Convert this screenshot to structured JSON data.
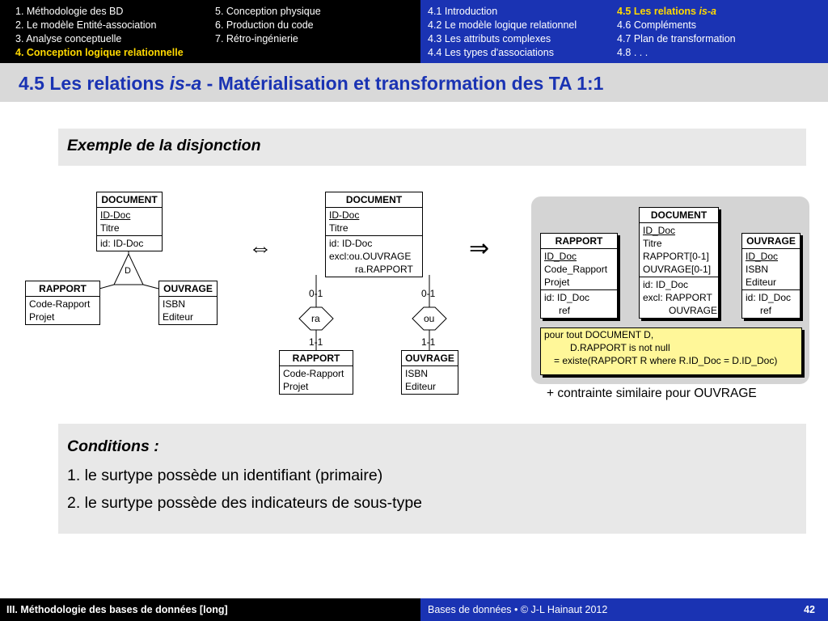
{
  "nav": {
    "left_col1": [
      "1. Méthodologie des BD",
      "2. Le modèle Entité-association",
      "3. Analyse conceptuelle",
      "4. Conception logique relationnelle"
    ],
    "left_col2": [
      "5. Conception physique",
      "6. Production du code",
      "7. Rétro-ingénierie"
    ],
    "right_col1": [
      "4.1 Introduction",
      "4.2 Le modèle logique relationnel",
      "4.3 Les attributs complexes",
      "4.4 Les types d'associations"
    ],
    "right_col2": [
      "4.5 Les relations is-a",
      "4.6 Compléments",
      "4.7 Plan de transformation",
      "4.8 . . ."
    ],
    "active_section": "4. Conception logique relationnelle",
    "active_subsection": "4.5 Les relations is-a"
  },
  "title": {
    "part1": "4.5 Les relations ",
    "italic": "is-a",
    "part2": " - Matérialisation et transformation des TA 1:1"
  },
  "example": {
    "heading": "Exemple de la disjonction"
  },
  "diagram1": {
    "document": {
      "name": "DOCUMENT",
      "attrs": [
        "ID-Doc",
        "Titre"
      ],
      "ids": [
        "id: ID-Doc"
      ]
    },
    "constraint": "D",
    "rapport": {
      "name": "RAPPORT",
      "attrs": [
        "Code-Rapport",
        "Projet"
      ]
    },
    "ouvrage": {
      "name": "OUVRAGE",
      "attrs": [
        "ISBN",
        "Editeur"
      ]
    }
  },
  "equiv_symbol": "⇔",
  "diagram2": {
    "document": {
      "name": "DOCUMENT",
      "attrs": [
        "ID-Doc",
        "Titre"
      ],
      "ids": [
        "id: ID-Doc",
        "excl:ou.OUVRAGE",
        "ra.RAPPORT"
      ]
    },
    "rel_ra": "ra",
    "rel_ou": "ou",
    "card_top_left": "0-1",
    "card_top_right": "0-1",
    "card_bot_left": "1-1",
    "card_bot_right": "1-1",
    "rapport": {
      "name": "RAPPORT",
      "attrs": [
        "Code-Rapport",
        "Projet"
      ]
    },
    "ouvrage": {
      "name": "OUVRAGE",
      "attrs": [
        "ISBN",
        "Editeur"
      ]
    }
  },
  "implies_symbol": "⇒",
  "diagram3": {
    "document": {
      "name": "DOCUMENT",
      "attrs": [
        "ID_Doc",
        "Titre",
        "RAPPORT[0-1]",
        "OUVRAGE[0-1]"
      ],
      "ids": [
        "id: ID_Doc",
        "excl: RAPPORT",
        "OUVRAGE"
      ]
    },
    "rapport": {
      "name": "RAPPORT",
      "attrs": [
        "ID_Doc",
        "Code_Rapport",
        "Projet"
      ],
      "ids": [
        "id: ID_Doc",
        "ref"
      ]
    },
    "ouvrage": {
      "name": "OUVRAGE",
      "attrs": [
        "ID_Doc",
        "ISBN",
        "Editeur"
      ],
      "ids": [
        "id: ID_Doc",
        "ref"
      ]
    },
    "note": [
      "pour tout DOCUMENT D,",
      "D.RAPPORT is not null",
      "=   existe(RAPPORT R where R.ID_Doc = D.ID_Doc)"
    ]
  },
  "constraint_text": "+ contrainte similaire pour OUVRAGE",
  "conditions": {
    "heading": "Conditions :",
    "items": [
      "1. le surtype possède un identifiant (primaire)",
      "2. le surtype possède des indicateurs de sous-type"
    ]
  },
  "footer": {
    "left": "III. Méthodologie des bases de données [long]",
    "center": "Bases de données • © J-L Hainaut  2012",
    "page": "42"
  },
  "colors": {
    "blue": "#1a33b3",
    "yellow": "#ffd900",
    "note": "#fff799"
  }
}
